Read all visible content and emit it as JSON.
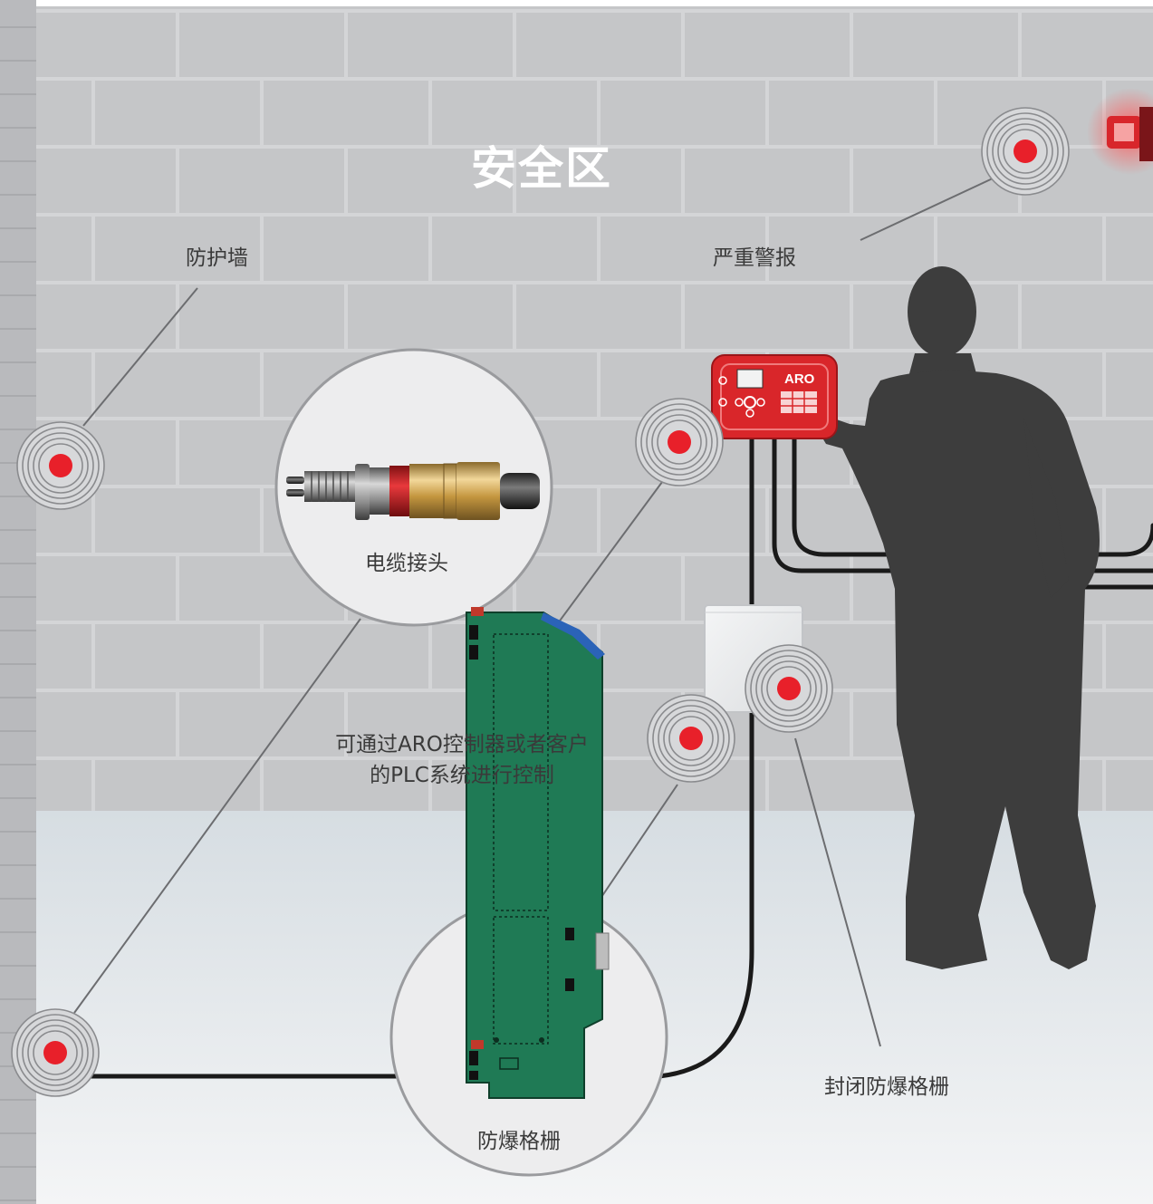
{
  "title": "安全区",
  "labels": {
    "protective_wall": "防护墙",
    "critical_alarm": "严重警报",
    "cable_gland": "电缆接头",
    "control_line1": "可通过ARO控制器或者客户",
    "control_line2": "的PLC系统进行控制",
    "isolation_barrier": "防爆格栅",
    "enclosed_barrier": "封闭防爆格栅"
  },
  "controller": {
    "brand": "ARO"
  },
  "colors": {
    "wall": "#c5c6c8",
    "mortar": "#d5d6d8",
    "floor": "#e6e9ec",
    "hotspot": "#e8202a",
    "controller": "#d9262a",
    "silhouette": "#3d3d3d",
    "barrier_board": "#1f7a55"
  }
}
